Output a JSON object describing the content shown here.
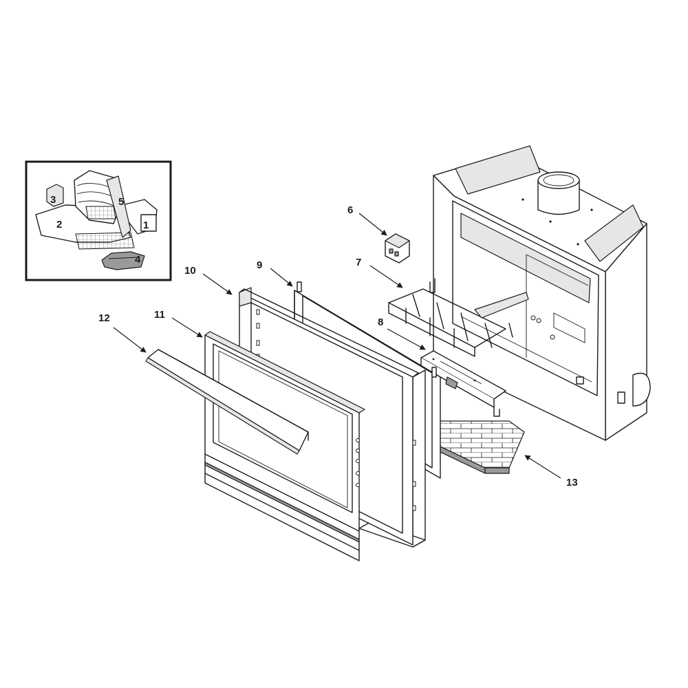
{
  "parts": [
    {
      "num": "1"
    },
    {
      "num": "2"
    },
    {
      "num": "3"
    },
    {
      "num": "4"
    },
    {
      "num": "5"
    },
    {
      "num": "6"
    },
    {
      "num": "7"
    },
    {
      "num": "8"
    },
    {
      "num": "9"
    },
    {
      "num": "10"
    },
    {
      "num": "11"
    },
    {
      "num": "12"
    },
    {
      "num": "13"
    }
  ]
}
